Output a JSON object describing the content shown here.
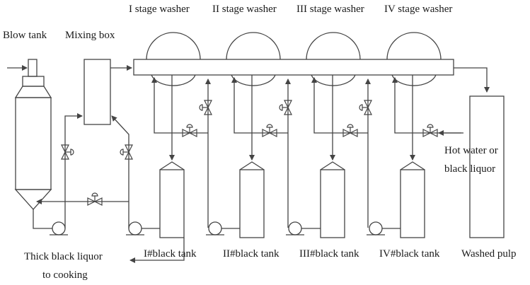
{
  "labels": {
    "washer_1": "I stage washer",
    "washer_2": "II stage washer",
    "washer_3": "III stage washer",
    "washer_4": "IV stage washer",
    "blow_tank": "Blow tank",
    "mixing_box": "Mixing box",
    "hot_water_line1": "Hot water or",
    "hot_water_line2": "black liquor",
    "tank_1": "I#black tank",
    "tank_2": "II#black tank",
    "tank_3": "III#black tank",
    "tank_4": "IV#black tank",
    "washed_pulp": "Washed pulp",
    "thick_liquor_line1": "Thick black liquor",
    "thick_liquor_line2": "to cooking"
  },
  "colors": {
    "stroke": "#444444",
    "pipe": "#555555",
    "fill": "#ffffff"
  }
}
